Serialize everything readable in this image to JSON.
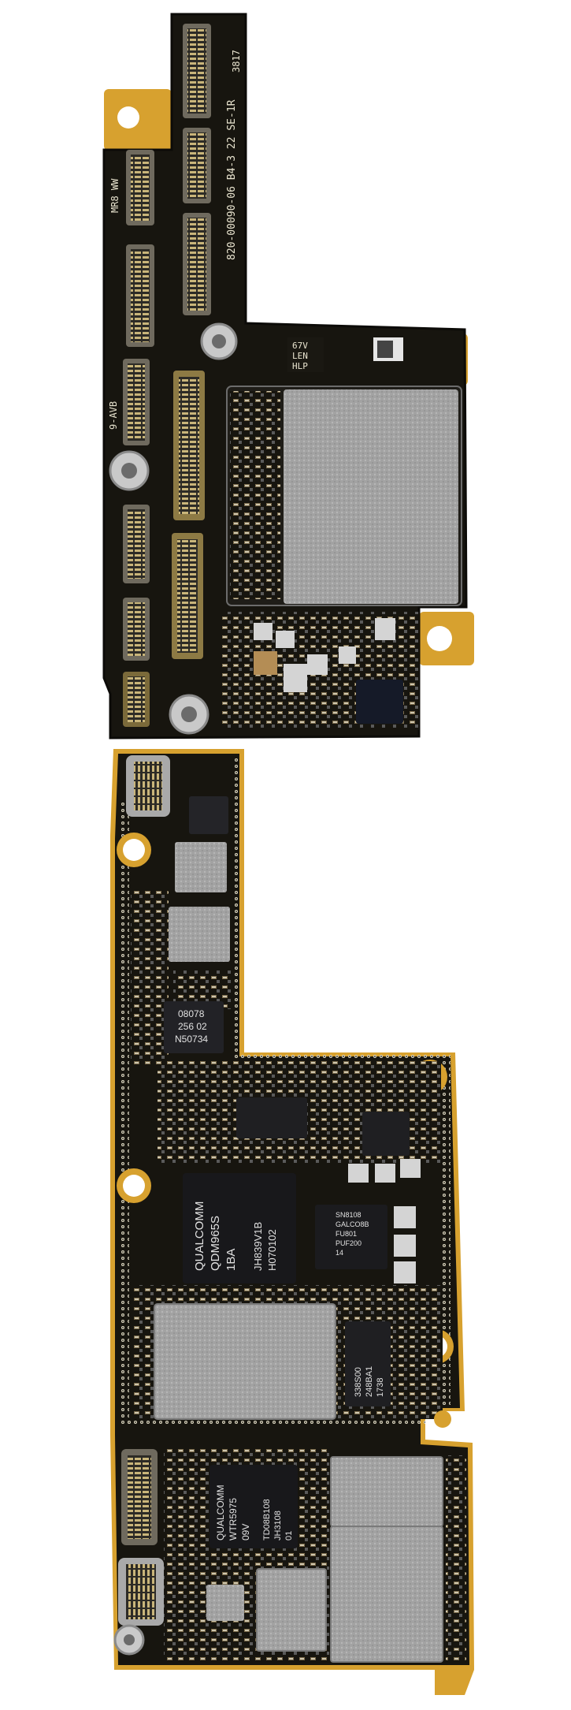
{
  "colors": {
    "background": "#ffffff",
    "pcb": "#17150f",
    "pcb_edge": "#0c0b08",
    "gold": "#d7a12f",
    "gold_dark": "#a97a1f",
    "shield": "#9d9d9d",
    "shield_light": "#b9b9b9",
    "chip": "#1c1c1e",
    "silkscreen": "#e9e4cf",
    "via_ring": "#e9e4cf"
  },
  "upper_board": {
    "silkscreen_top": "820-00090-06 B4-3 22 SE-1R",
    "silkscreen_side": "3817",
    "silkscreen_mark": "MR8 WW",
    "silkscreen_left": "9-AVB",
    "label_lines": [
      "67V",
      "LEN",
      "HLP"
    ]
  },
  "lower_board": {
    "chip_small": [
      "08078",
      "256 02",
      "N50734"
    ],
    "chip_qualcomm": [
      "QUALCOMM",
      "QDM965S",
      "1BA"
    ],
    "chip_qualcomm_side": [
      "JH839V1B",
      "H070102"
    ],
    "chip_side": [
      "SN8108",
      "GALCO8B",
      "FU801",
      "PUF200",
      "14"
    ],
    "chip_right": [
      "338S00",
      "248BA1",
      "1738"
    ],
    "chip_bottom": [
      "QUALCOMM",
      "WTR5975",
      "09V"
    ],
    "chip_bottom_side": [
      "TD08B108",
      "JH3108",
      "01"
    ]
  }
}
